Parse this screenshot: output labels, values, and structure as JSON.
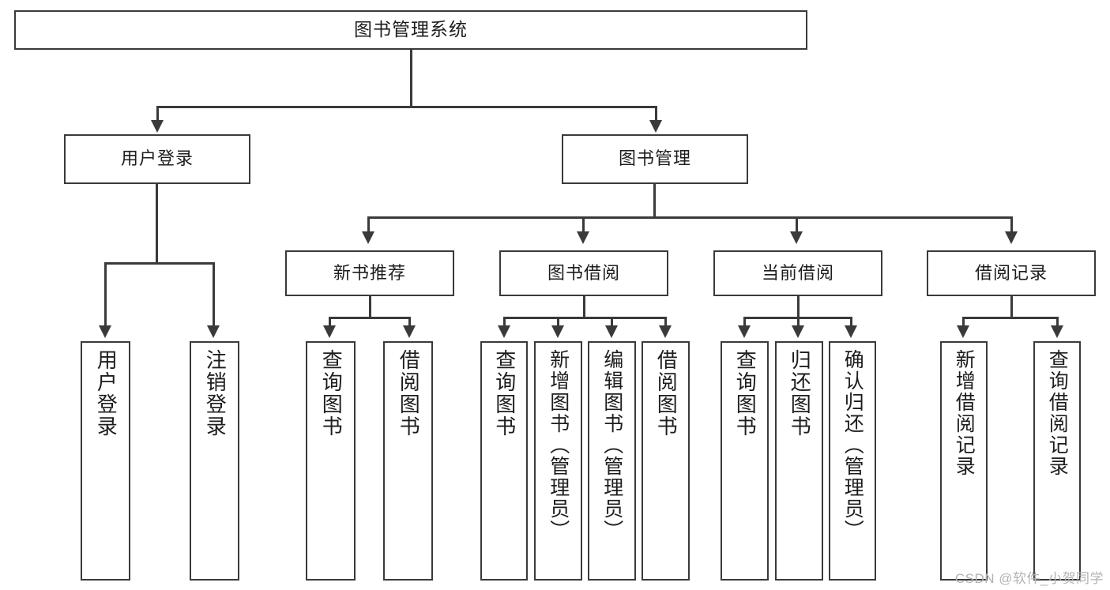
{
  "diagram": {
    "title": "图书管理系统",
    "type": "hierarchy-tree",
    "root": {
      "label": "图书管理系统"
    },
    "level2": [
      {
        "label": "用户登录"
      },
      {
        "label": "图书管理"
      }
    ],
    "level3": [
      {
        "label": "新书推荐"
      },
      {
        "label": "图书借阅"
      },
      {
        "label": "当前借阅"
      },
      {
        "label": "借阅记录"
      }
    ],
    "leaves": {
      "user_login": [
        {
          "label": "用户登录"
        },
        {
          "label": "注销登录"
        }
      ],
      "new_book_recommend": [
        {
          "label": "查询图书"
        },
        {
          "label": "借阅图书"
        }
      ],
      "book_borrow": [
        {
          "label": "查询图书"
        },
        {
          "label": "新增图书（管理员）"
        },
        {
          "label": "编辑图书（管理员）"
        },
        {
          "label": "借阅图书"
        }
      ],
      "current_borrow": [
        {
          "label": "查询图书"
        },
        {
          "label": "归还图书"
        },
        {
          "label": "确认归还（管理员）"
        }
      ],
      "borrow_record": [
        {
          "label": "新增借阅记录"
        },
        {
          "label": "查询借阅记录"
        }
      ]
    }
  },
  "watermark": {
    "text": "CSDN @软件_小贺同学"
  },
  "colors": {
    "background": "#ffffff",
    "stroke": "#3a3a3a",
    "text": "#1d1d1d",
    "watermark": "#b3b3b3"
  }
}
